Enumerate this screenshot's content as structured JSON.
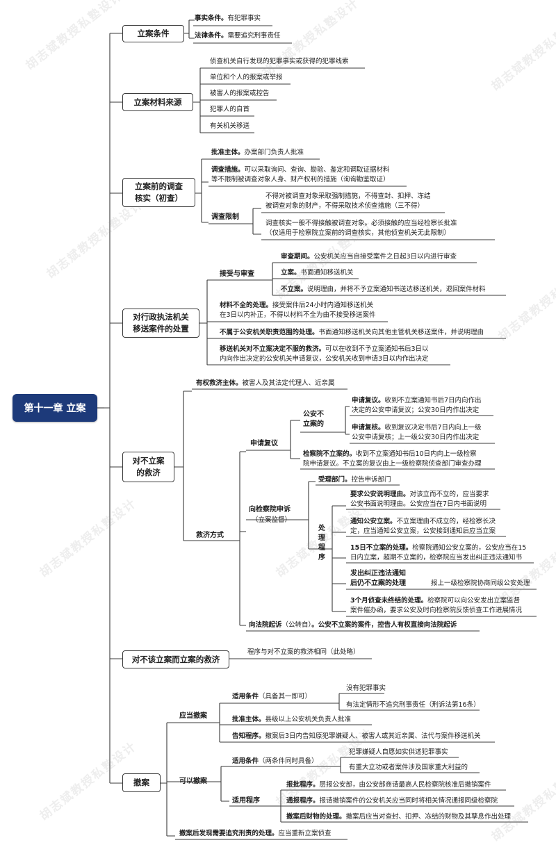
{
  "root": "第十一章 立案",
  "watermark": "胡志斌教授私塾设计",
  "s1": {
    "title": "立案条件",
    "items": [
      {
        "k": "事实条件。",
        "v": "有犯罪事实"
      },
      {
        "k": "法律条件。",
        "v": "需要追究刑事责任"
      }
    ]
  },
  "s2": {
    "title": "立案材料来源",
    "items": [
      "侦查机关自行发现的犯罪事实或获得的犯罪线索",
      "单位和个人的报案或举报",
      "被害人的报案或控告",
      "犯罪人的自首",
      "有关机关移送"
    ]
  },
  "s3": {
    "title": "立案前的调查\n核实（初查）",
    "a_k": "批准主体。",
    "a_v": "办案部门负责人批准",
    "b_k": "调查措施。",
    "b_v": "可以采取询问、查询、勘验、鉴定和调取证据材料",
    "b_v2": "等不限制被调查对象人身、财产权利的措施（询询勘鉴取证）",
    "c": "调查限制",
    "c1": "不得对被调查对象采取强制措施，不得查封、扣押、冻结\n被调查对象的财产，不得采取技术侦查措施（三不得）",
    "c2": "调查核实一般不得接触被调查对象。必须接触的应当经检察长批准\n（仅适用于检察院立案前的调查核实，其他侦查机关无此限制）"
  },
  "s4": {
    "title": "对行政执法机关\n移送案件的处置",
    "a": "接受与审查",
    "a1_k": "审查期间。",
    "a1_v": "公安机关应当自接受案件之日起3日以内进行审查",
    "a2_k": "立案。",
    "a2_v": "书面通知移送机关",
    "a3_k": "不立案。",
    "a3_v": "说明理由，并将不予立案通知书送达移送机关，退回案件材料",
    "b_k": "材料不全的处理。",
    "b_v": "接受案件后24小时内通知移送机关",
    "b_v2": "在3日以内补正，不得以材料不全为由不接受移送案件",
    "c_k": "不属于公安机关职责范围的处理。",
    "c_v": "书面通知移送机关向其他主管机关移送案件，并说明理由",
    "d_k": "移送机关对不立案决定不服的救济。",
    "d_v": "可以在收到不予立案通知书后3日以",
    "d_v2": "内向作出决定的公安机关申请复议，公安机关收到申请3日以内作出决定"
  },
  "s5": {
    "title": "对不立案\n的救济",
    "a_k": "有权救济主体。",
    "a_v": "被害人及其法定代理人、近亲属",
    "b": "救济方式",
    "c": "申请复议",
    "c1": "公安不\n立案的",
    "c1a_k": "申请复议。",
    "c1a_v": "收到不立案通知书后7日内向作出",
    "c1a_v2": "决定的公安申请复议；公安30日内作出决定",
    "c1b_k": "申请复核。",
    "c1b_v": "收到复议决定书后7日内向上一级",
    "c1b_v2": "公安申请复核；上一级公安30日内作出决定",
    "c2_k": "检察院不立案的。",
    "c2_v": "收到不立案通知书后10日内向上一级检察",
    "c2_v2": "院申请复议。不立案的复议由上一级检察院侦查部门审查办理",
    "d": "向检察院申诉",
    "d_sub": "（立案监督）",
    "d1_k": "受理部门。",
    "d1_v": "控告申诉部门",
    "d2": "处\n理\n程\n序",
    "d2a_k": "要求公安说明理由。",
    "d2a_v": "对该立而不立的，应当要求",
    "d2a_v2": "公安书面说明理由。公安应当在7日内书面说明",
    "d2b_k": "通知公安立案。",
    "d2b_v": "不立案理由不成立的，经检察长决",
    "d2b_v2": "定，应当通知公安立案，公安接到通知后应当立案",
    "d2c_k": "15日不立案的处理。",
    "d2c_v": "检察院通知公安立案的，公安应当在15",
    "d2c_v2": "日内立案，超期不立案的，检察院应当发出纠正违法通知书",
    "d2d": "发出纠正违法通知\n后仍不立案的处理",
    "d2d_v": "报上一级检察院协商同级公安处理",
    "d2e_k": "3个月侦查未终结的处理。",
    "d2e_v": "检察院可以向公安发出立案监督",
    "d2e_v2": "案件催办函，要求公安及时向检察院反馈侦查工作进展情况",
    "e_k": "向法院起诉",
    "e_m": "（公转自）",
    "e_v": "。公安不立案的案件，控告人有权直接向法院起诉"
  },
  "s6": {
    "title": "对不该立案而立案的救济",
    "v": "程序与对不立案的救济相同（此处略）"
  },
  "s7": {
    "title": "撤案",
    "a": "应当撤案",
    "a1_k": "适用条件",
    "a1_m": "（具备其一即可）",
    "a1a": "没有犯罪事实",
    "a1b": "有法定情形不追究刑事责任（刑诉法第16条）",
    "a2_k": "批准主体。",
    "a2_v": "县级以上公安机关负责人批准",
    "a3_k": "告知程序。",
    "a3_v": "撤案后3日内告知原犯罪嫌疑人、被害人或其近亲属、法代与案件移送机关",
    "b": "可以撤案",
    "b1_k": "适用条件",
    "b1_m": "（两条件同时具备）",
    "b1a": "犯罪嫌疑人自愿如实供述犯罪事实",
    "b1b": "有重大立功或者案件涉及国家重大利益的",
    "b2": "适用程序",
    "b2a_k": "报批程序。",
    "b2a_v": "层报公安部，由公安部商请最高人民检察院核准后撤销案件",
    "b2b_k": "通报程序。",
    "b2b_v": "报请撤销案件的公安机关应当同时将相关情况通报同级检察院",
    "b2c_k": "撤案后财物的处理。",
    "b2c_v": "撤案后应当对查封、扣押、冻结的财物及其孳息作出处理",
    "c_k": "撤案后发现需要追究刑责的处理。",
    "c_v": "应当重新立案侦查"
  }
}
